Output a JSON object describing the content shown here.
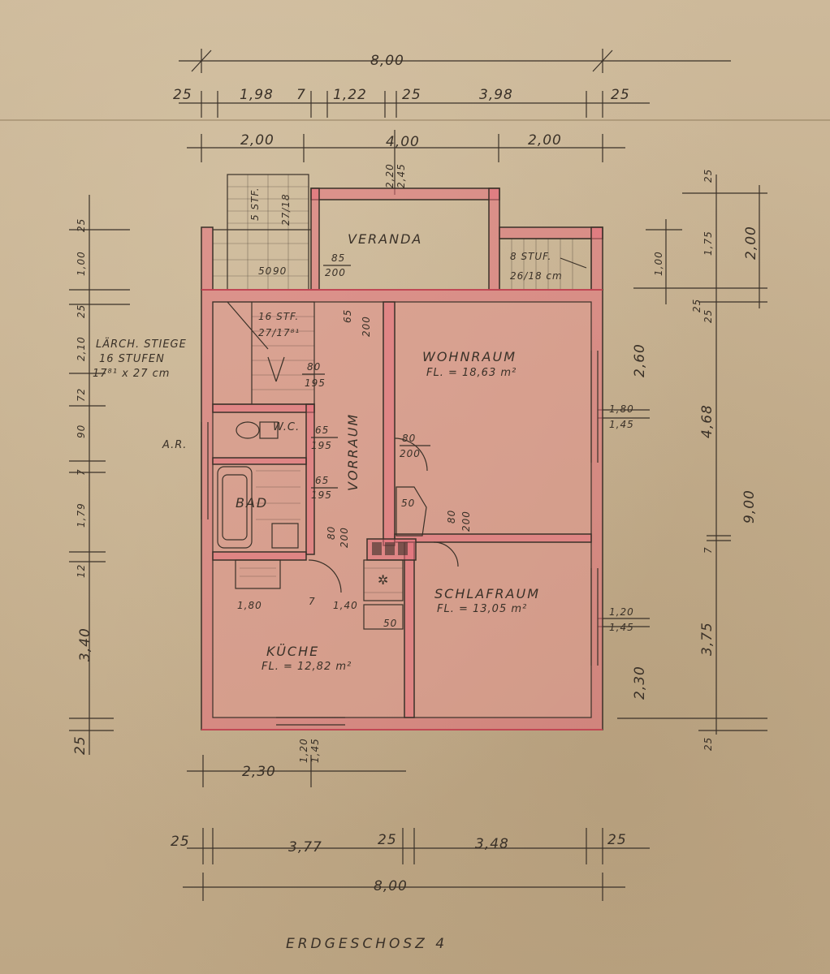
{
  "title": "ERDGESCHOSZ 4",
  "rooms": {
    "veranda": "VERANDA",
    "wohnraum": "WOHNRAUM",
    "wohnraum_area": "FL. = 18,63 m²",
    "vorraum": "VORRAUM",
    "wc": "W.C.",
    "bad": "BAD",
    "kueche": "KÜCHE",
    "kueche_area": "FL. = 12,82 m²",
    "schlafraum": "SCHLAFRAUM",
    "schlafraum_area": "FL. = 13,05 m²"
  },
  "notes": {
    "stair_main_1": "LÄRCH. STIEGE",
    "stair_main_2": "16 STUFEN",
    "stair_main_3": "17⁸¹ x 27 cm",
    "stair_top_1": "5 STF.",
    "stair_top_2": "27/18",
    "stair_right_1": "8 STUF.",
    "stair_right_2": "26/18 cm",
    "stair_inner_1": "16 STF.",
    "stair_inner_2": "27/17⁸¹",
    "ar": "A.R."
  },
  "top_dims": {
    "overall": "8,00",
    "seg_a": "25",
    "seg_b": "1,98",
    "seg_c": "7",
    "seg_d": "1,22",
    "seg_e": "25",
    "seg_f": "3,98",
    "seg_g": "25",
    "row3_a": "2,00",
    "row3_b": "4,00",
    "row3_c": "2,00",
    "ver_a": "2,20",
    "ver_b": "2,45"
  },
  "bottom_dims": {
    "overall": "8,00",
    "seg_a": "25",
    "seg_b": "3,77",
    "seg_c": "25",
    "seg_d": "3,48",
    "seg_e": "25",
    "win": "2,30",
    "win_a": "1,20",
    "win_b": "1,45"
  },
  "left_dims": {
    "a": "25",
    "b": "1,00",
    "c": "25",
    "d": "2,10",
    "e": "72",
    "f": "90",
    "g": "7",
    "h": "1,79",
    "i": "12",
    "j": "3,40",
    "k": "25"
  },
  "right_dims": {
    "a": "25",
    "b": "1,75",
    "c": "2,00",
    "d": "25",
    "e": "1,00",
    "f": "2,60",
    "g": "1,80",
    "h": "1,45",
    "i": "4,68",
    "j": "9,00",
    "k": "7",
    "l": "1,20",
    "m": "1,45",
    "n": "3,75",
    "o": "2,30",
    "p": "25",
    "q": "25"
  },
  "door_dims": {
    "d1a": "85",
    "d1b": "200",
    "d2a": "65",
    "d2b": "200",
    "d3a": "80",
    "d3b": "195",
    "d4a": "65",
    "d4b": "195",
    "d5a": "80",
    "d5b": "200",
    "d6a": "65",
    "d6b": "195",
    "d7a": "50",
    "d7b": "80",
    "d7c": "200",
    "d8a": "80",
    "d8b": "200",
    "d9a": "50",
    "d9b": "90",
    "k1": "1,80",
    "k2": "7",
    "k3": "1,40",
    "k4": "50"
  }
}
